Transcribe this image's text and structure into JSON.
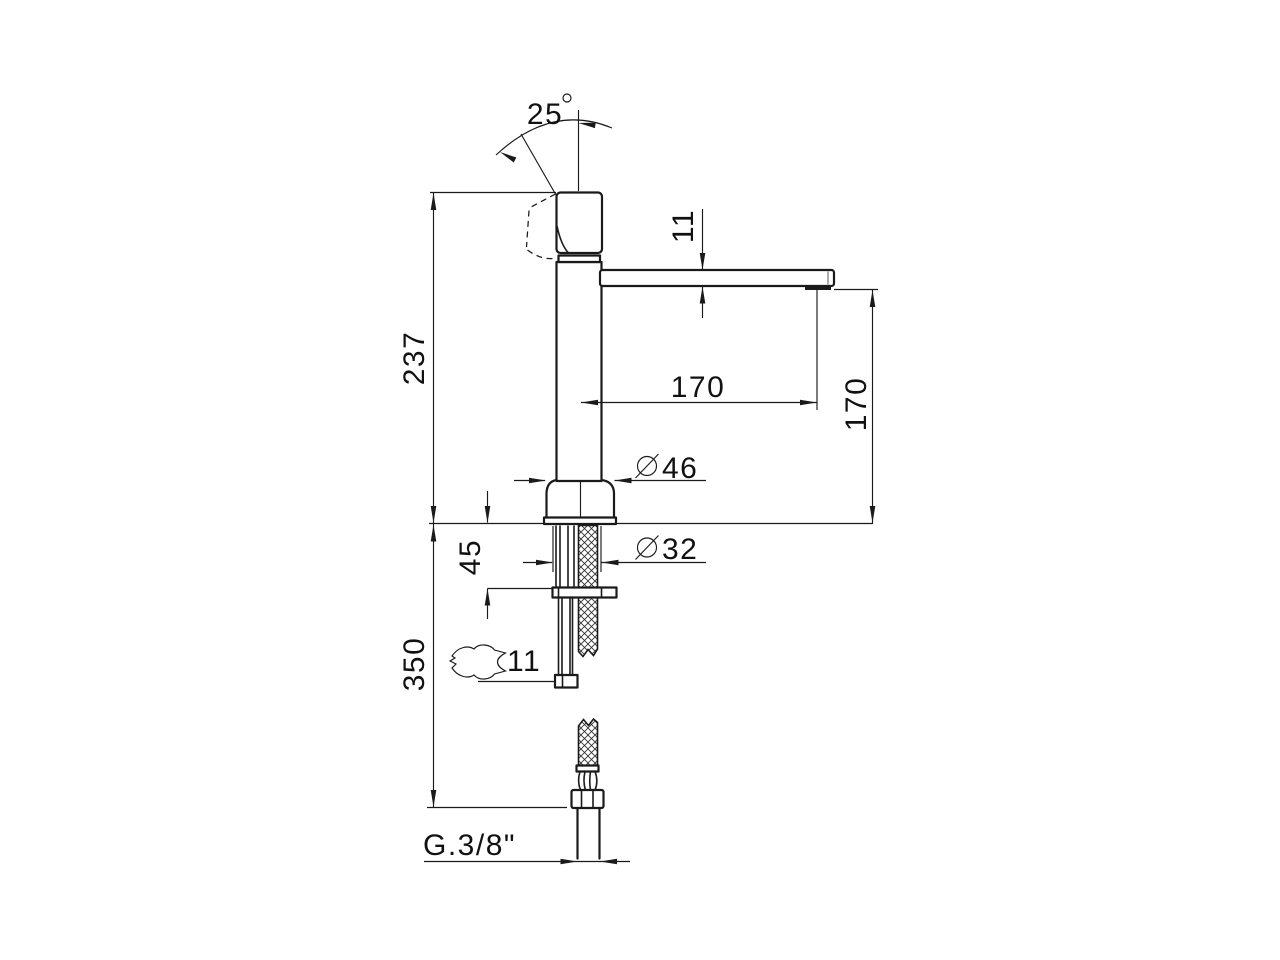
{
  "colors": {
    "ink": "#1a1a1a",
    "background": "#ffffff"
  },
  "dims": {
    "handle_angle": {
      "value": "25",
      "unit": "°"
    },
    "spout_thickness": "11",
    "height_above_deck": "237",
    "spout_reach": "170",
    "outlet_height": "170",
    "base_diameter": {
      "symbol": "⌀",
      "value": "46"
    },
    "hole_diameter": {
      "symbol": "⌀",
      "value": "32"
    },
    "max_deck_thickness": "45",
    "under_deck_length": "350",
    "wrench_size": "11",
    "thread_label": "G.3/8\""
  }
}
